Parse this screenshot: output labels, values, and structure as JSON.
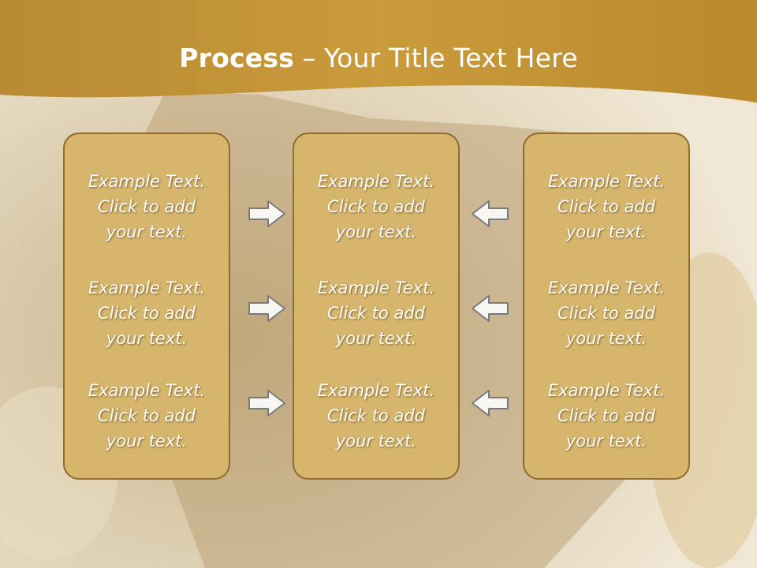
{
  "slide": {
    "title_bold": "Process",
    "title_rest": " – Your Title Text Here"
  },
  "columns": [
    {
      "items": [
        {
          "line1": "Example Text.",
          "line2": "Click  to add",
          "line3": "your text."
        },
        {
          "line1": "Example Text.",
          "line2": "Click  to add",
          "line3": "your text."
        },
        {
          "line1": "Example Text.",
          "line2": "Click  to add",
          "line3": "your text."
        }
      ]
    },
    {
      "items": [
        {
          "line1": "Example Text.",
          "line2": "Click  to add",
          "line3": "your text."
        },
        {
          "line1": "Example Text.",
          "line2": "Click  to add",
          "line3": "your text."
        },
        {
          "line1": "Example Text.",
          "line2": "Click  to add",
          "line3": "your text."
        }
      ]
    },
    {
      "items": [
        {
          "line1": "Example Text.",
          "line2": "Click  to add",
          "line3": "your text."
        },
        {
          "line1": "Example Text.",
          "line2": "Click  to add",
          "line3": "your text."
        },
        {
          "line1": "Example Text.",
          "line2": "Click  to add",
          "line3": "your text."
        }
      ]
    }
  ],
  "arrows": {
    "left_group": "arrow-right-icon",
    "right_group": "arrow-left-icon"
  },
  "colors": {
    "header_band": "#b88a2e",
    "box_fill": "#d6b56c",
    "box_border": "#8f6b2e",
    "text": "#ffffff"
  }
}
